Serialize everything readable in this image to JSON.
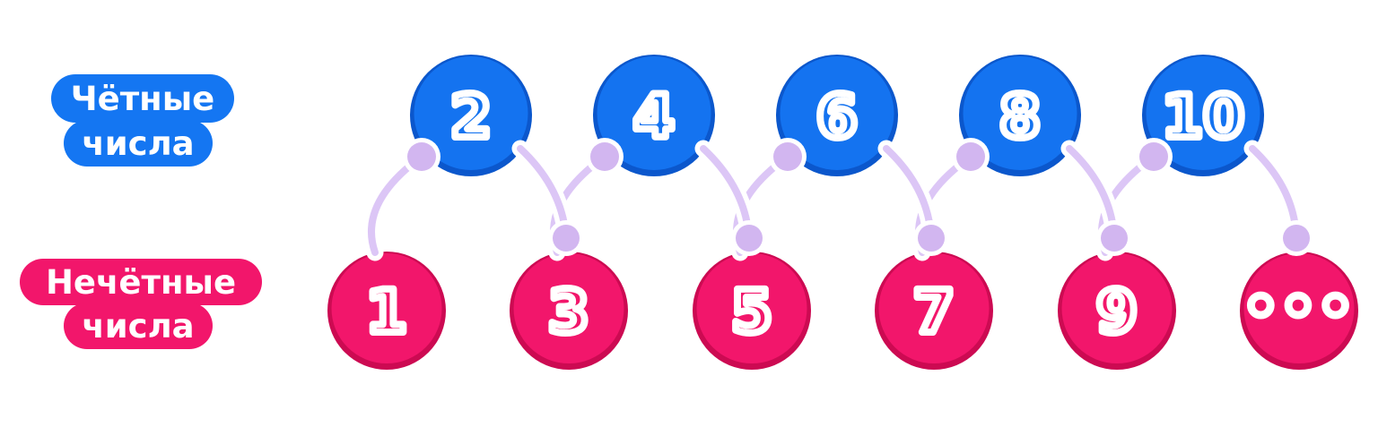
{
  "title_labels": {
    "even": {
      "line1": "Чётные",
      "line2": "числа"
    },
    "odd": {
      "line1": "Нечётные",
      "line2": "числа"
    }
  },
  "colors": {
    "background": "#ffffff",
    "even_label_bg": "#1476F2",
    "even_fill": "#1473F0",
    "even_border": "#0B57CC",
    "odd_label_bg": "#F2166B",
    "odd_fill": "#F2166B",
    "odd_border": "#CC0A52",
    "number_text_outline": "#ffffff",
    "connector_line": "#DCC6F6",
    "connector_dot": "#D2B6F0",
    "connector_casing": "#ffffff"
  },
  "diagram": {
    "even_numbers": [
      "2",
      "4",
      "6",
      "8",
      "10"
    ],
    "odd_numbers": [
      "1",
      "3",
      "5",
      "7",
      "9",
      "•••"
    ],
    "links": [
      [
        "1",
        "2"
      ],
      [
        "2",
        "3"
      ],
      [
        "3",
        "4"
      ],
      [
        "4",
        "5"
      ],
      [
        "5",
        "6"
      ],
      [
        "6",
        "7"
      ],
      [
        "7",
        "8"
      ],
      [
        "8",
        "9"
      ],
      [
        "9",
        "10"
      ],
      [
        "10",
        "•••"
      ]
    ]
  }
}
